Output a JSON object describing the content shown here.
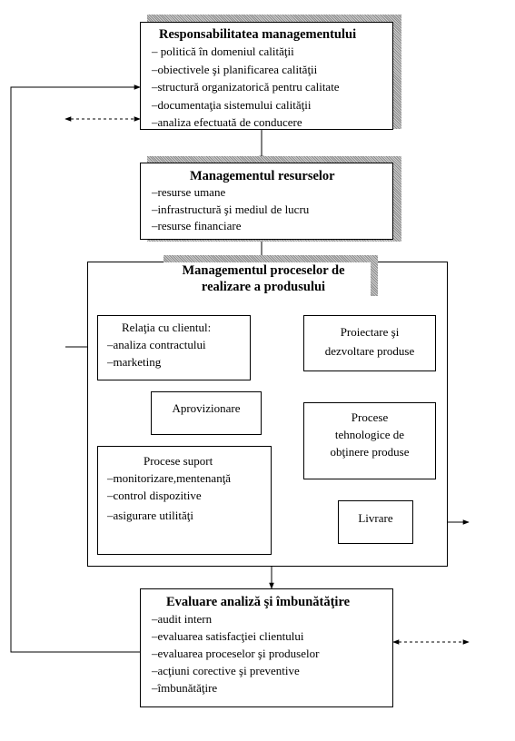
{
  "responsabilitatea": {
    "title": "Responsabilitatea managementului",
    "items": [
      "– politică în domeniul calităţii",
      "–obiectivele şi planificarea calităţii",
      "–structură organizatorică pentru calitate",
      "–documentaţia sistemului calităţii",
      "–analiza efectuată de conducere"
    ]
  },
  "resurse": {
    "title": "Managementul resurselor",
    "items": [
      "–resurse umane",
      "–infrastructură şi mediul de lucru",
      "–resurse financiare"
    ]
  },
  "procese": {
    "title_line1": "Managementul proceselor de",
    "title_line2": "realizare a produsului",
    "relatia": {
      "label": "Relaţia cu clientul:",
      "items": [
        "–analiza contractului",
        "–marketing"
      ]
    },
    "proiectare": {
      "line1": "Proiectare şi",
      "line2": "dezvoltare produse"
    },
    "aprovizionare": "Aprovizionare",
    "tehnologice": {
      "line1": "Procese",
      "line2": "tehnologice de",
      "line3": "obţinere produse"
    },
    "suport": {
      "label": "Procese suport",
      "items": [
        "–monitorizare,mentenanţă",
        "–control dispozitive",
        "–asigurare utilităţi"
      ]
    },
    "livrare": "Livrare"
  },
  "evaluare": {
    "title": "Evaluare analiză şi îmbunătăţire",
    "items": [
      "–audit intern",
      "–evaluarea satisfacţiei clientului",
      "–evaluarea proceselor şi produselor",
      "–acţiuni corective şi preventive",
      "–îmbunătăţire"
    ]
  }
}
